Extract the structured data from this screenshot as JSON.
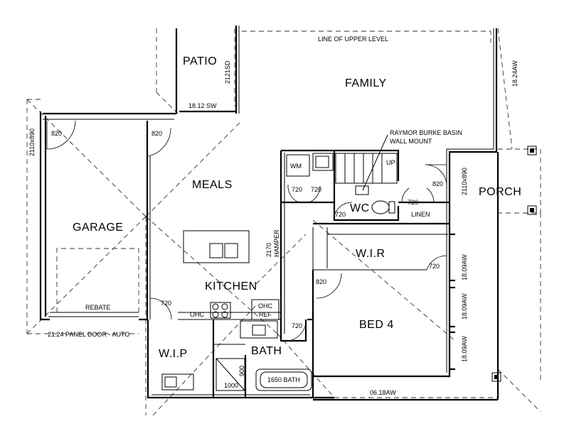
{
  "rooms": {
    "patio": "PATIO",
    "family": "FAMILY",
    "meals": "MEALS",
    "garage": "GARAGE",
    "kitchen": "KITCHEN",
    "wir_master": "W.I.R",
    "bed4": "BED 4",
    "wc": "WC",
    "bath": "BATH",
    "wip": "W.I.P",
    "porch": "PORCH",
    "linen": "LINEN"
  },
  "annotations": {
    "upper_level": "LINE OF UPPER LEVEL",
    "basin_note_1": "RAYMOR BURKE BASIN",
    "basin_note_2": "WALL MOUNT",
    "rebate": "REBATE",
    "panel_door": "21.24 PANEL DOOR - AUTO",
    "hamper_1": "2170",
    "hamper_2": "HAMPER",
    "wm": "WM",
    "up": "UP",
    "ohc": "OHC",
    "ohc_ref_1": "OHC",
    "ohc_ref_2": "REF",
    "bath_size": "1650 BATH",
    "shower_1000": "1000",
    "shower_900": "900"
  },
  "dimensions": {
    "sd_2121": "2121SD",
    "sw_1812": "18.12 SW",
    "aw_1824": "18.24AW",
    "w_2110_890_left": "2110x890",
    "w_2110_890_right": "2110x890",
    "aw_1809_a": "18.09AW",
    "aw_1809_b": "18.09AW",
    "aw_1809_c": "18.09AW",
    "aw_0618": "06.18AW"
  },
  "doors": {
    "d820_garage": "820",
    "d820_meals": "820",
    "d820_porch": "820",
    "d720_laundry_a": "720",
    "d720_laundry_b": "720",
    "d720_wc": "720",
    "d720_linen": "720",
    "d720_wir": "720",
    "d820_bed4": "820",
    "d720_kitchen": "720",
    "d720_bath": "720"
  }
}
